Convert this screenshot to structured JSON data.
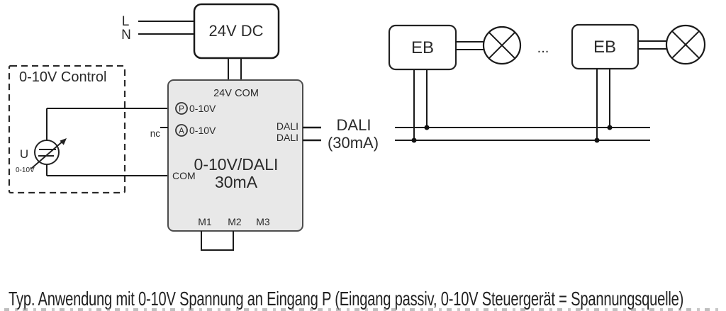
{
  "colors": {
    "converter_fill": "#e8e8e8",
    "converter_stroke": "#4d4d4d",
    "line": "#1a1a1a"
  },
  "mains": {
    "line_label": "L",
    "neutral_label": "N"
  },
  "psu": {
    "label": "24V DC"
  },
  "converter": {
    "terminal_24v": "24V",
    "terminal_com_top": "COM",
    "p_letter": "P",
    "p_label": "0-10V",
    "a_letter": "A",
    "a_label": "0-10V",
    "nc_label": "nc",
    "com_label": "COM",
    "name_line1": "0-10V/DALI",
    "name_line2": "30mA",
    "m1": "M1",
    "m2": "M2",
    "m3": "M3",
    "dali_terminal_1": "DALI",
    "dali_terminal_2": "DALI"
  },
  "control": {
    "title": "0-10V Control",
    "source_label": "U",
    "source_range": "0-10V"
  },
  "dali_bus": {
    "line1": "DALI",
    "line2": "(30mA)"
  },
  "devices": {
    "eb1_label": "EB",
    "eb2_label": "EB",
    "ellipsis": "..."
  },
  "caption": "Typ. Anwendung mit 0-10V Spannung an Eingang P (Eingang passiv, 0-10V Steuergerät = Spannungsquelle)"
}
